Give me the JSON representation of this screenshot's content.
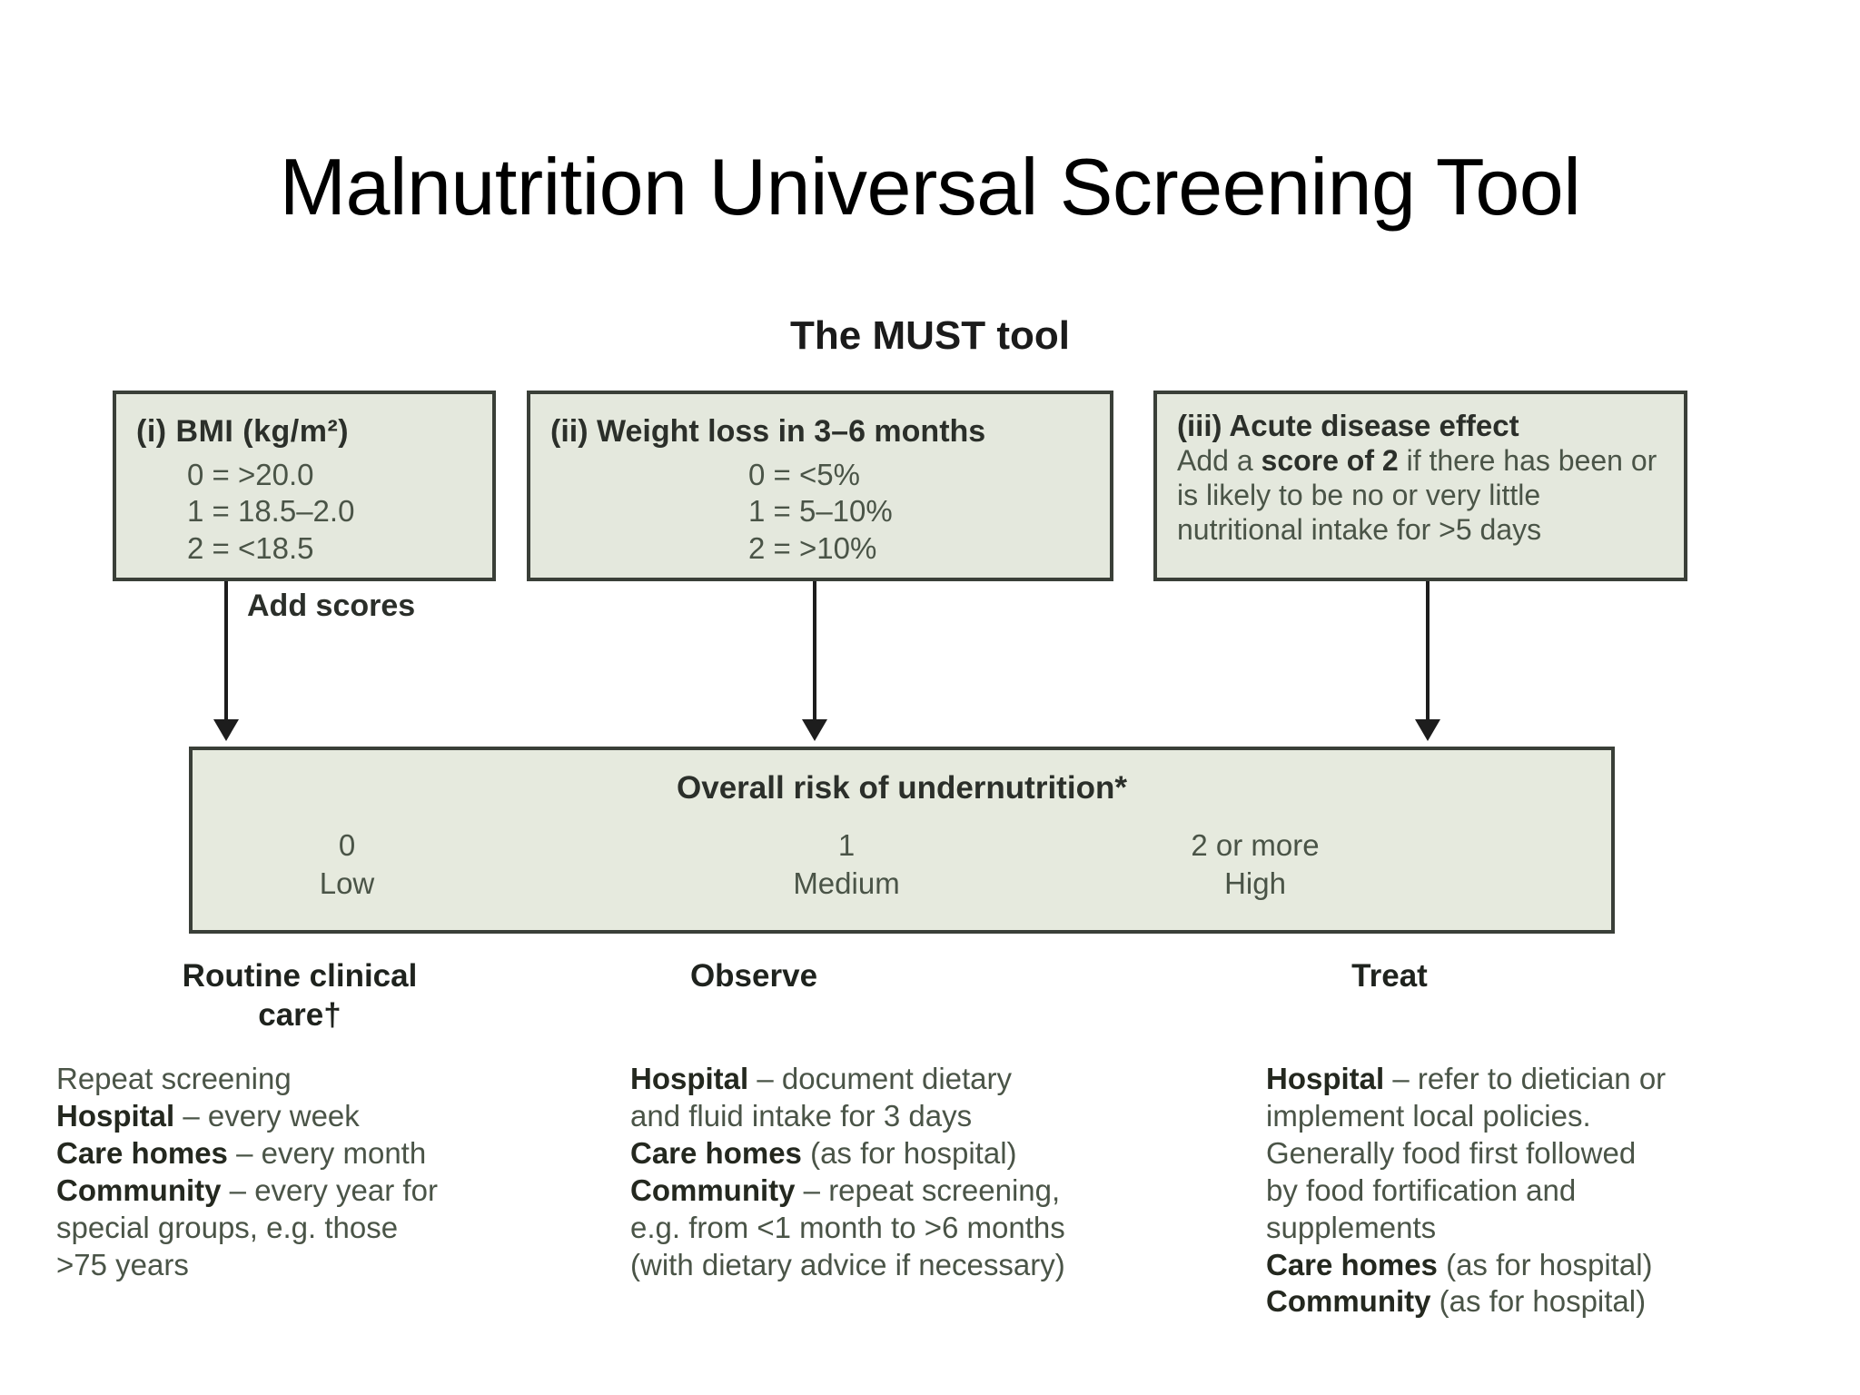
{
  "slide": {
    "title": "Malnutrition Universal Screening Tool"
  },
  "figure": {
    "heading": "The MUST tool",
    "criteria": [
      {
        "id": "bmi",
        "marker": "(i)",
        "title": "(i)   BMI (kg/m²)",
        "scores": [
          "0 = >20.0",
          "1 = 18.5–2.0",
          "2 = <18.5"
        ]
      },
      {
        "id": "weight-loss",
        "marker": "(ii)",
        "title": "(ii) Weight loss in 3–6 months",
        "scores": [
          "0 =  <5%",
          "1 =  5–10%",
          "2 =  >10%"
        ]
      },
      {
        "id": "acute-disease-effect",
        "marker": "(iii)",
        "title": "(iii) Acute disease effect",
        "body_lines": [
          "Add a ",
          "score of 2",
          " if there has been or is likely to be no or very little nutritional intake for >5 days"
        ],
        "body_prefix": "Add a ",
        "body_bold": "score of 2",
        "body_suffix": " if there has been or is likely to be no or very little nutritional intake for >5 days"
      }
    ],
    "add_scores_label": "Add scores",
    "risk_band": {
      "title": "Overall risk of undernutrition*",
      "levels": [
        {
          "score": "0",
          "label": "Low"
        },
        {
          "score": "1",
          "label": "Medium"
        },
        {
          "score": "2 or more",
          "label": "High"
        }
      ]
    },
    "actions": [
      {
        "id": "low",
        "header": "Routine clinical\ncare†",
        "lines": [
          {
            "bold": "",
            "rest": "Repeat screening"
          },
          {
            "bold": "Hospital",
            "rest": " – every week"
          },
          {
            "bold": "Care homes",
            "rest": " – every month"
          },
          {
            "bold": "Community",
            "rest": " – every year for"
          },
          {
            "bold": "",
            "rest": "special groups, e.g. those"
          },
          {
            "bold": "",
            "rest": ">75 years"
          }
        ]
      },
      {
        "id": "medium",
        "header": "Observe",
        "lines": [
          {
            "bold": "Hospital",
            "rest": " – document dietary"
          },
          {
            "bold": "",
            "rest": "and fluid intake for 3 days"
          },
          {
            "bold": "Care homes",
            "rest": " (as for hospital)"
          },
          {
            "bold": "Community",
            "rest": " – repeat screening,"
          },
          {
            "bold": "",
            "rest": "e.g. from <1 month to >6 months"
          },
          {
            "bold": "",
            "rest": "(with dietary advice if necessary)"
          }
        ]
      },
      {
        "id": "high",
        "header": "Treat",
        "lines": [
          {
            "bold": "Hospital",
            "rest": " – refer to dietician or"
          },
          {
            "bold": "",
            "rest": "implement local policies."
          },
          {
            "bold": "",
            "rest": "Generally food first followed"
          },
          {
            "bold": "",
            "rest": "by food fortification and"
          },
          {
            "bold": "",
            "rest": "supplements"
          },
          {
            "bold": "Care homes",
            "rest": " (as for hospital)"
          },
          {
            "bold": "Community",
            "rest": " (as for hospital)"
          }
        ]
      }
    ]
  },
  "colors": {
    "box_fill": "#e4e8dd",
    "band_fill": "#e6eade",
    "border": "#3a3f38",
    "text": "#4a5447",
    "heading_text": "#2b2f2a",
    "page_background": "#ffffff"
  }
}
